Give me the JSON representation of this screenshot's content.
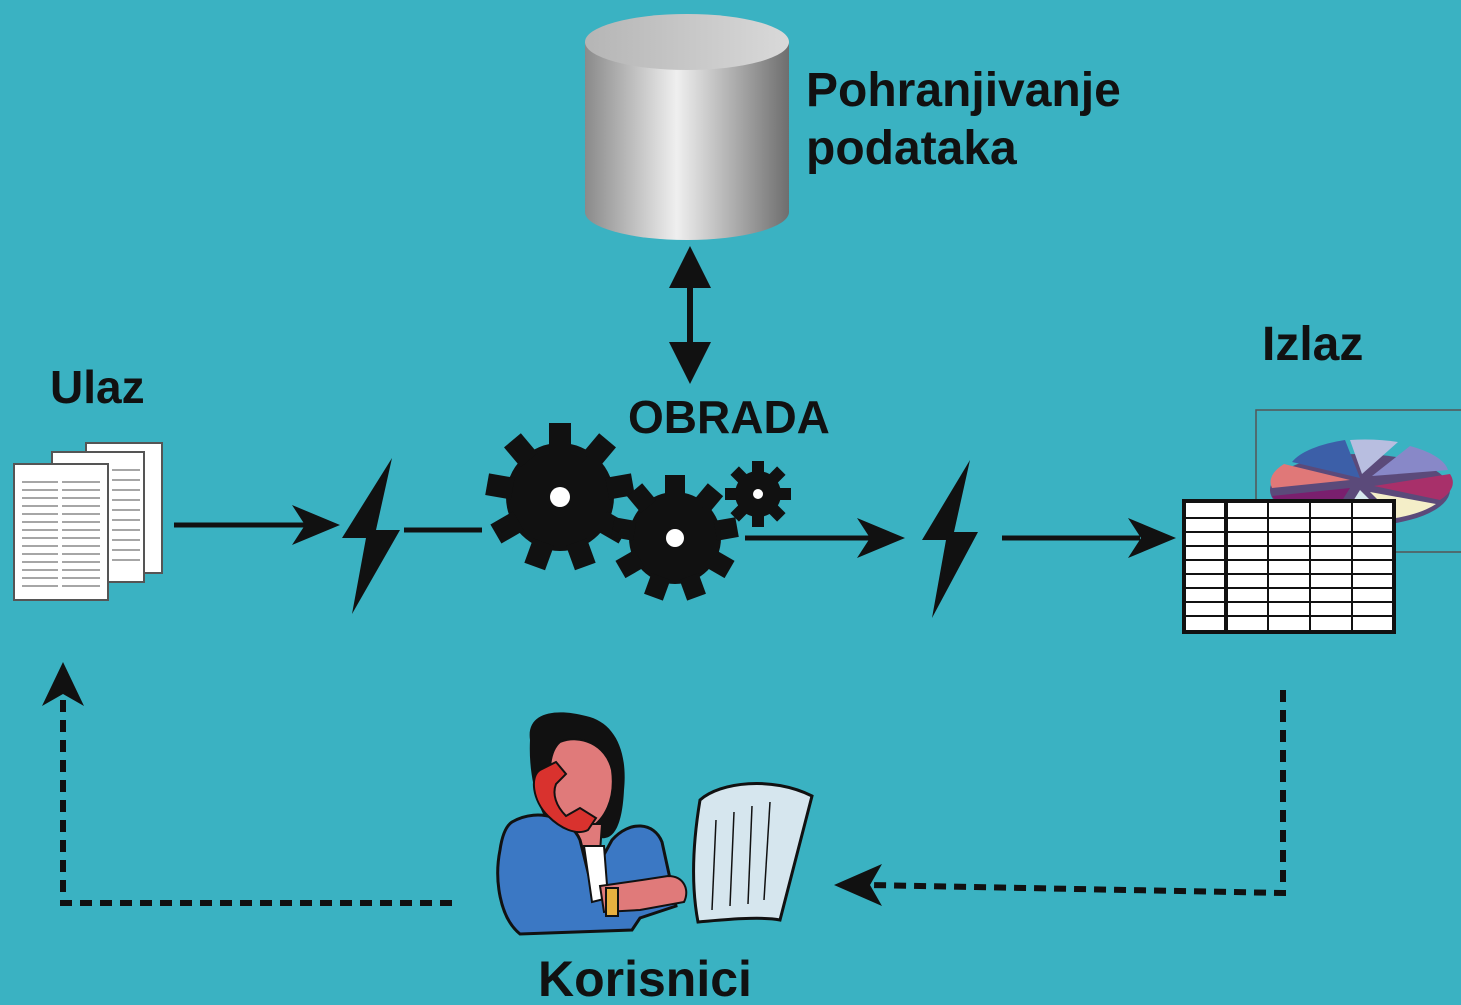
{
  "diagram": {
    "storage": {
      "line1": "Pohranjivanje",
      "line2": "podataka"
    },
    "input": "Ulaz",
    "process": "OBRADA",
    "output": "Izlaz",
    "users": "Korisnici"
  },
  "colors": {
    "background": "#3AB2C2",
    "stroke": "#111111",
    "cylinder_light": "#E6E6E6",
    "cylinder_dark": "#7A7A7A"
  }
}
